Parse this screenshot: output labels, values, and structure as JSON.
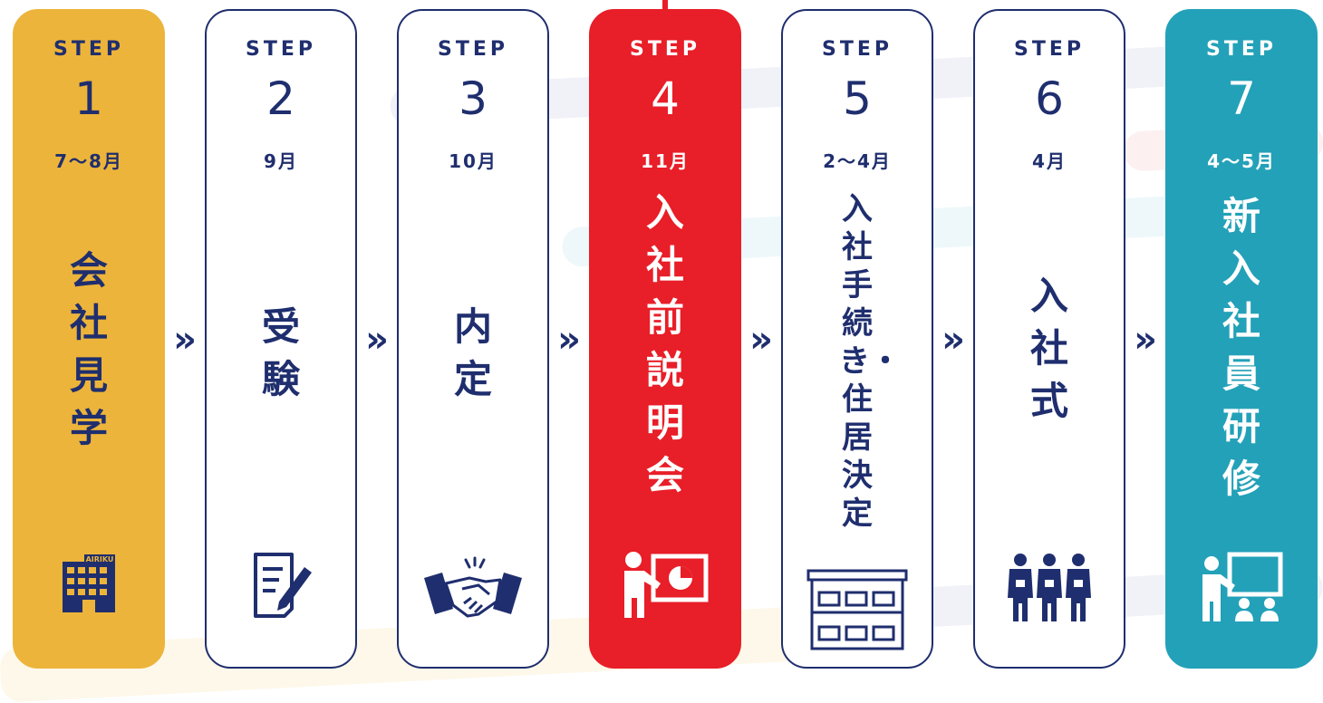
{
  "steps": [
    {
      "label": "STEP",
      "number": "1",
      "date": "7～8月",
      "title": "会社見学",
      "icon": "office-building-icon",
      "style": "yellow"
    },
    {
      "label": "STEP",
      "number": "2",
      "date": "9月",
      "title": "受験",
      "icon": "exam-document-pencil-icon",
      "style": "outline"
    },
    {
      "label": "STEP",
      "number": "3",
      "date": "10月",
      "title": "内定",
      "icon": "handshake-icon",
      "style": "outline"
    },
    {
      "label": "STEP",
      "number": "4",
      "date": "11月",
      "title": "入社前説明会",
      "icon": "presentation-icon",
      "style": "red"
    },
    {
      "label": "STEP",
      "number": "5",
      "date": "2～4月",
      "title": "入社手続き・住居決定",
      "icon": "dormitory-building-icon",
      "style": "outline"
    },
    {
      "label": "STEP",
      "number": "6",
      "date": "4月",
      "title": "入社式",
      "icon": "three-people-icon",
      "style": "outline"
    },
    {
      "label": "STEP",
      "number": "7",
      "date": "4～5月",
      "title": "新入社員研修",
      "icon": "training-class-icon",
      "style": "teal"
    }
  ],
  "arrow_glyph": "»",
  "colors": {
    "navy": "#1f2e6e",
    "yellow": "#ecb43a",
    "red": "#e81e28",
    "teal": "#23a1b8"
  }
}
